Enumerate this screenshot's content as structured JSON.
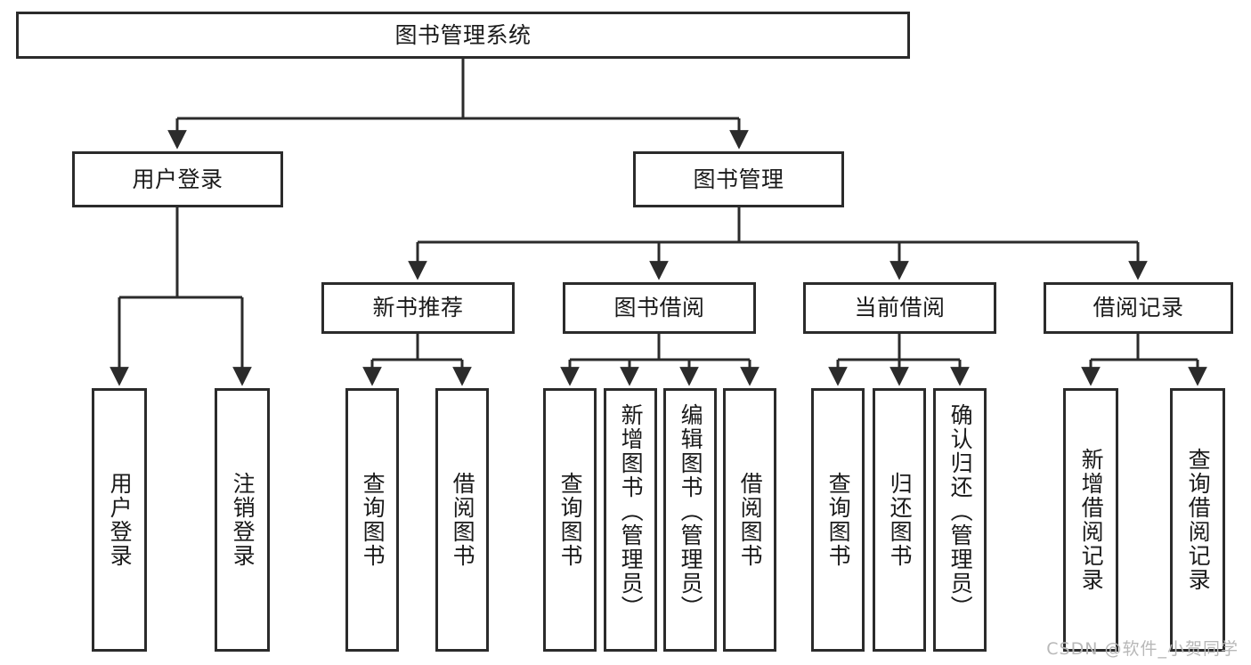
{
  "diagram": {
    "title": "图书管理系统",
    "type": "tree-hierarchy",
    "colors": {
      "border": "#2b2b2b",
      "fill": "#ffffff",
      "text": "#1a1a1a",
      "watermark": "#b8b8b8",
      "background": "#ffffff"
    },
    "root": {
      "label": "图书管理系统"
    },
    "level2": [
      {
        "label": "用户登录"
      },
      {
        "label": "图书管理"
      }
    ],
    "level3": [
      {
        "label": "新书推荐"
      },
      {
        "label": "图书借阅"
      },
      {
        "label": "当前借阅"
      },
      {
        "label": "借阅记录"
      }
    ],
    "leaves": {
      "user_login": [
        {
          "label": "用户登录"
        },
        {
          "label": "注销登录"
        }
      ],
      "new_book_recommend": [
        {
          "label": "查询图书"
        },
        {
          "label": "借阅图书"
        }
      ],
      "book_borrow": [
        {
          "label": "查询图书"
        },
        {
          "label": "新增图书（管理员）"
        },
        {
          "label": "编辑图书（管理员）"
        },
        {
          "label": "借阅图书"
        }
      ],
      "current_borrow": [
        {
          "label": "查询图书"
        },
        {
          "label": "归还图书"
        },
        {
          "label": "确认归还（管理员）"
        }
      ],
      "borrow_record": [
        {
          "label": "新增借阅记录"
        },
        {
          "label": "查询借阅记录"
        }
      ]
    }
  },
  "watermark": {
    "text": "CSDN @软件_小贺同学"
  }
}
